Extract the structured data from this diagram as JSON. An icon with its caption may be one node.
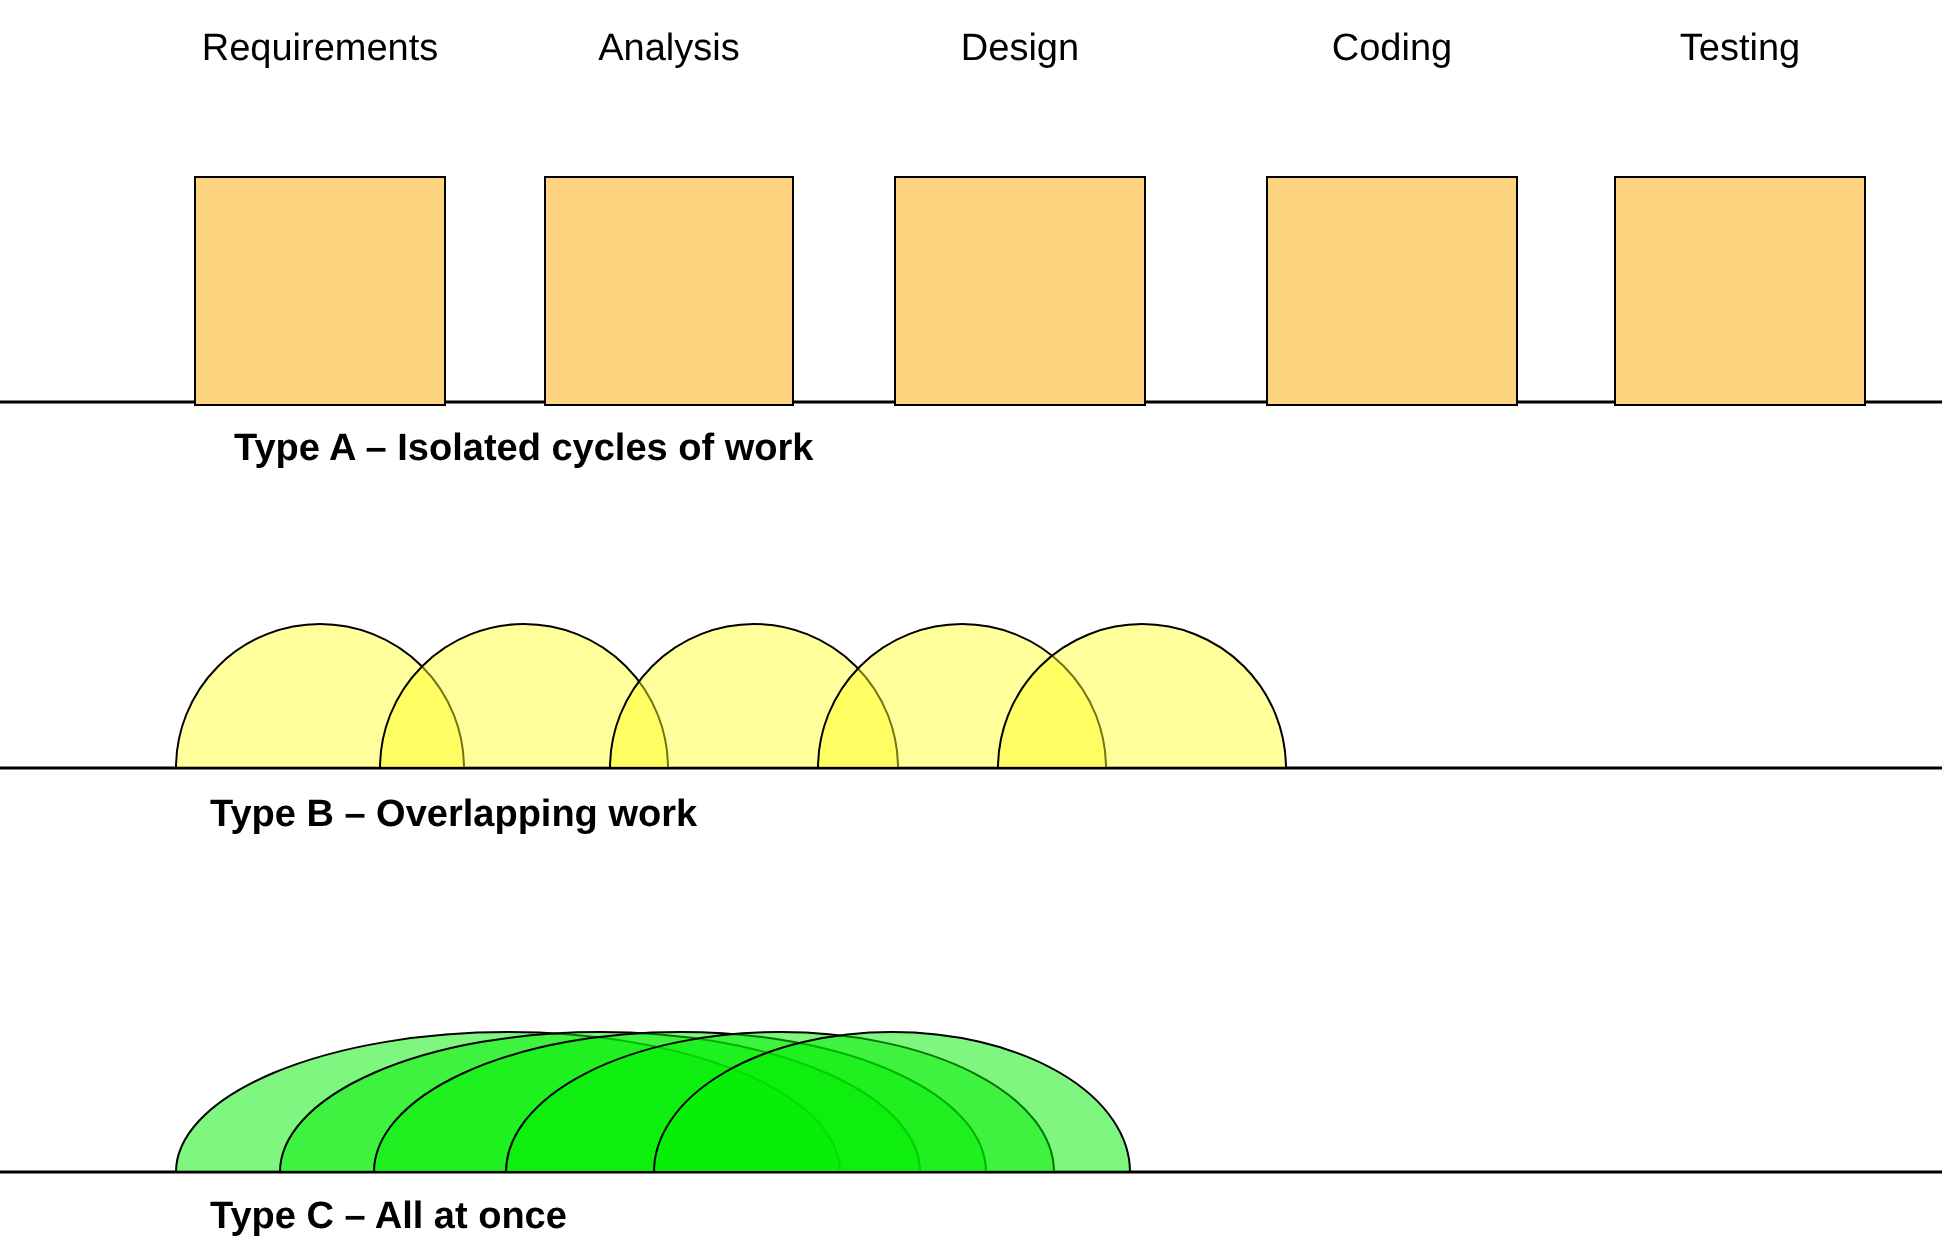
{
  "diagram": {
    "nodes": [
      {
        "text": [
          "Requirements"
        ]
      },
      {
        "text": [
          "Analysis"
        ]
      },
      {
        "text": [
          "Design"
        ]
      },
      {
        "text": [
          "Coding"
        ]
      },
      {
        "text": [
          "Testing"
        ]
      }
    ],
    "labels": [
      "Type A – Isolated cycles of work",
      "Type B – Overlapping work",
      "Type C – All at once"
    ]
  }
}
